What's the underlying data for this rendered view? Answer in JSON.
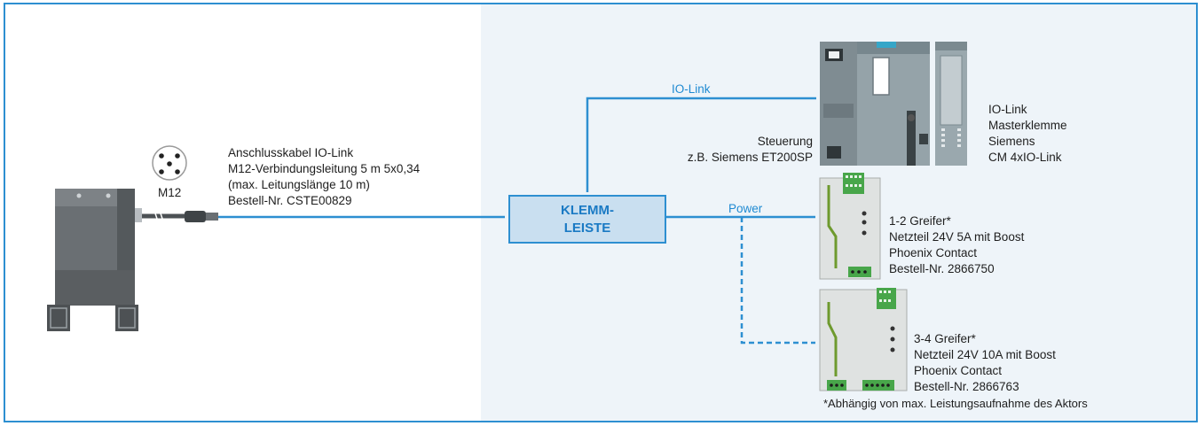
{
  "connector_label": "M12",
  "cable": {
    "title": "Anschlusskabel IO-Link",
    "line1": "M12-Verbindungsleitung 5 m 5x0,34",
    "line2": "(max. Leitungslänge 10 m)",
    "line3": "Bestell-Nr. CSTE00829"
  },
  "terminal_block": {
    "line1": "KLEMM-",
    "line2": "LEISTE"
  },
  "iolink_label": "IO-Link",
  "power_label": "Power",
  "controller": {
    "line1": "Steuerung",
    "line2": "z.B. Siemens ET200SP"
  },
  "master": {
    "line1": "IO-Link",
    "line2": "Masterklemme",
    "line3": "Siemens",
    "line4": "CM 4xIO-Link"
  },
  "psu1": {
    "line1": "1-2 Greifer*",
    "line2": "Netzteil 24V 5A mit Boost",
    "line3": "Phoenix Contact",
    "line4": "Bestell-Nr. 2866750"
  },
  "psu2": {
    "line1": "3-4 Greifer*",
    "line2": "Netzteil 24V 10A mit Boost",
    "line3": "Phoenix Contact",
    "line4": "Bestell-Nr. 2866763"
  },
  "footnote": "*Abhängig von max. Leistungsaufnahme des Aktors",
  "colors": {
    "accent": "#2d8fd1",
    "panel": "#eef4f9",
    "box": "#c9dff0",
    "device_dark": "#5f6468"
  }
}
